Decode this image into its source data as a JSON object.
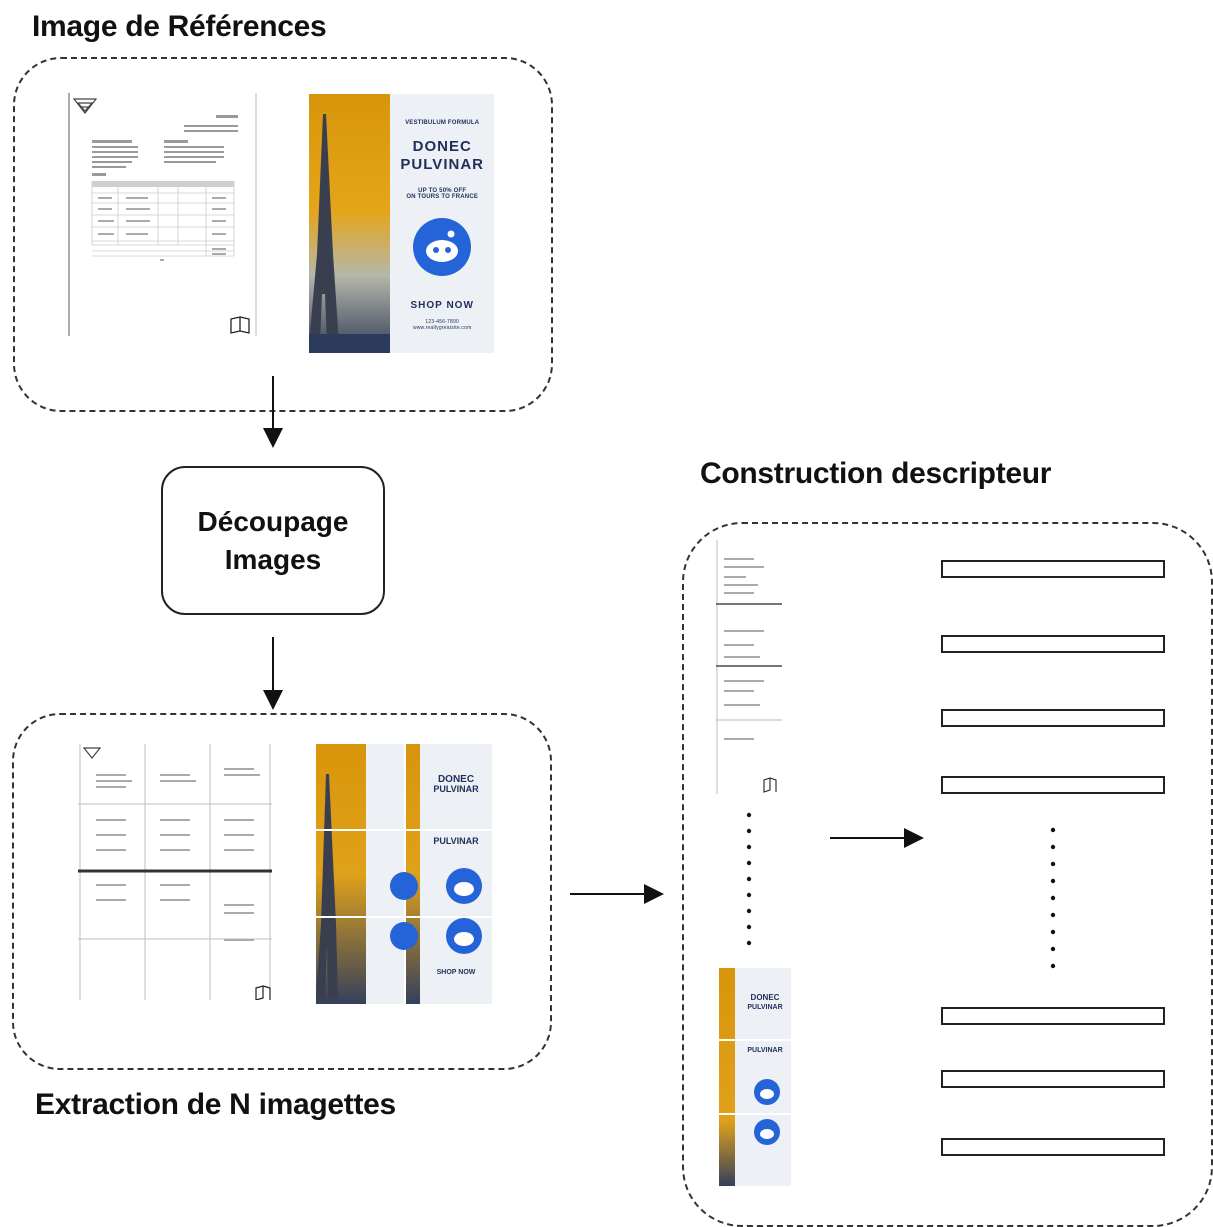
{
  "labels": {
    "reference_images": "Image de Références",
    "cropping_process": "Découpage\nImages",
    "extraction": "Extraction de N imagettes",
    "descriptor": "Construction descripteur"
  },
  "poster": {
    "tagline": "VESTIBULUM FORMULA",
    "headline_line1": "DONEC",
    "headline_line2": "PULVINAR",
    "offer_line1": "UP TO 50% OFF",
    "offer_line2": "ON TOURS TO FRANCE",
    "cta": "SHOP NOW",
    "contact_line1": "123-456-7890",
    "contact_line2": "www.reallygreatsite.com"
  },
  "colors": {
    "poster_orange": "#d8950b",
    "poster_blue": "#2563d8",
    "poster_text": "#1f2f5c"
  },
  "icons": {
    "document_page": "document-page-icon",
    "book_icon": "open-book-icon",
    "badge_icon": "robot-face-icon"
  }
}
